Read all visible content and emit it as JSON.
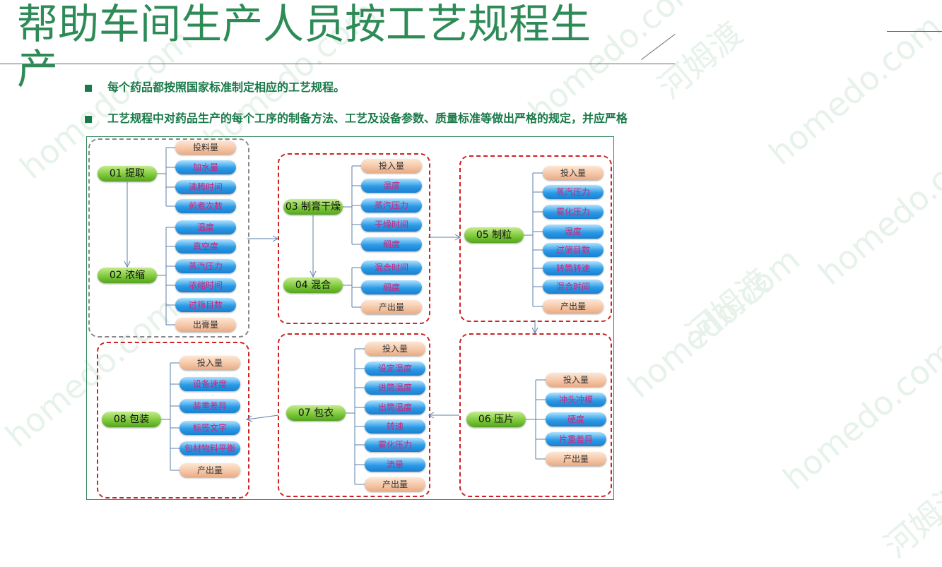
{
  "title": "帮助车间生产人员按工艺规程生产",
  "watermarks": [
    "homedo.com",
    "河姆渡"
  ],
  "bullets": [
    "每个药品都按照国家标准制定相应的工艺规程。",
    "工艺规程中对药品生产的每个工序的制备方法、工艺及设备参数、质量标准等做出严格的规定，并应严格"
  ],
  "colors": {
    "title": "#2e8b57",
    "bullet": "#1a7a4a",
    "node": "#7ac636",
    "param_blue": "#2c9be6",
    "param_text": "#d6217a",
    "group_border": "#cc2222"
  },
  "steps": {
    "s01": {
      "label": "01  提取",
      "params": [
        "投料量",
        "加水量",
        "沸腾时间",
        "煎煮次数"
      ]
    },
    "s02": {
      "label": "02  浓缩",
      "params": [
        "温度",
        "真空度",
        "蒸汽压力",
        "浓缩时间",
        "过筛目数",
        "出膏量"
      ]
    },
    "s03": {
      "label": "03 制膏干燥",
      "params": [
        "投入量",
        "温度",
        "蒸汽压力",
        "干燥时间",
        "细度"
      ]
    },
    "s04": {
      "label": "04  混合",
      "params": [
        "混合时间",
        "细度",
        "产出量"
      ]
    },
    "s05": {
      "label": "05  制粒",
      "params": [
        "投入量",
        "蒸汽压力",
        "雾化压力",
        "温度",
        "过筛目数",
        "转筒转速",
        "混合时间",
        "产出量"
      ]
    },
    "s06": {
      "label": "06  压片",
      "params": [
        "投入量",
        "冲头冲模",
        "硬度",
        "片重差异",
        "产出量"
      ]
    },
    "s07": {
      "label": "07  包衣",
      "params": [
        "投入量",
        "设定温度",
        "进筒温度",
        "出筒温度",
        "转速",
        "雾化压力",
        "流量",
        "产出量"
      ]
    },
    "s08": {
      "label": "08 包装",
      "params": [
        "投入量",
        "设备速度",
        "装重差异",
        "标签文字",
        "包材物料平衡",
        "产出量"
      ]
    }
  }
}
